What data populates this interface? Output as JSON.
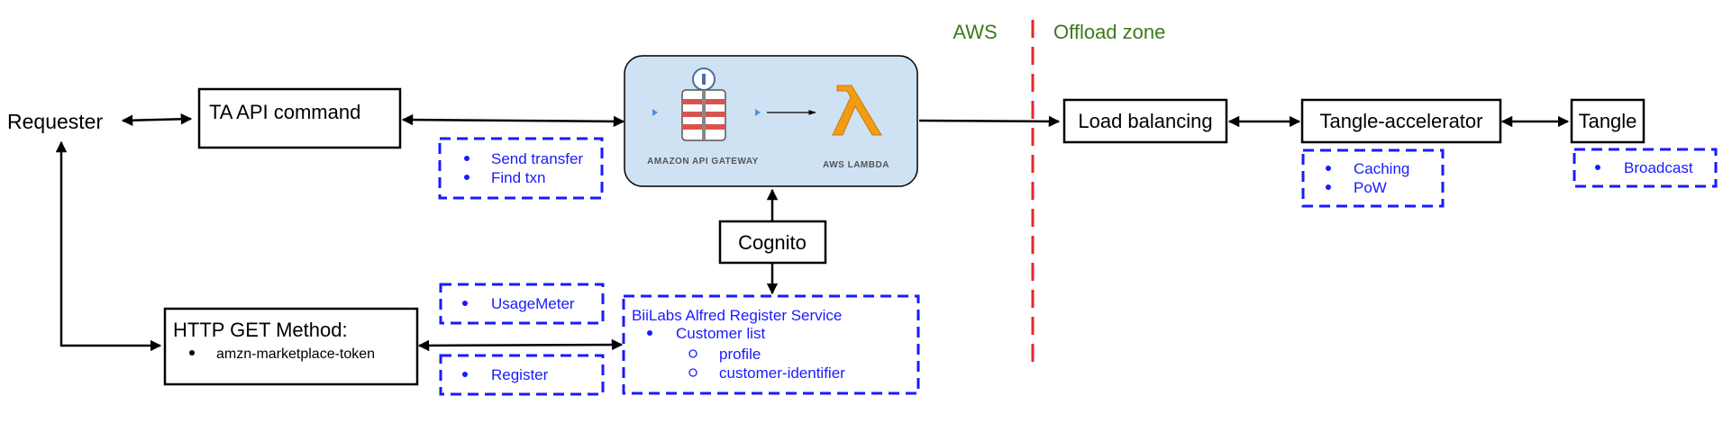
{
  "colors": {
    "box_border": "#000000",
    "note_border": "#1a1aff",
    "note_text": "#1a1aff",
    "zone_text": "#3d7a1c",
    "zone_divider": "#e8262b",
    "aws_panel_fill": "#cfe2f3",
    "aws_orange": "#f39c12",
    "gateway_red": "#d9534f"
  },
  "zones": {
    "left": "AWS",
    "right": "Offload zone"
  },
  "nodes": {
    "requester": "Requester",
    "ta_api": "TA API command",
    "http_get": {
      "title": "HTTP GET Method:",
      "items": [
        "amzn-marketplace-token"
      ]
    },
    "cognito": "Cognito",
    "load_balancing": "Load balancing",
    "tangle_accelerator": "Tangle-accelerator",
    "tangle": "Tangle"
  },
  "aws_panel": {
    "gateway_label": "AMAZON API GATEWAY",
    "lambda_label": "AWS LAMBDA",
    "gateway_icon": "api-gateway-icon",
    "lambda_icon": "lambda-icon"
  },
  "notes": {
    "ta_commands": [
      "Send transfer",
      "Find txn"
    ],
    "usage": [
      "UsageMeter"
    ],
    "register": [
      "Register"
    ],
    "alfred": {
      "title": "BiiLabs Alfred Register Service",
      "item": "Customer list",
      "subitems": [
        "profile",
        "customer-identifier"
      ]
    },
    "ta_features": [
      "Caching",
      "PoW"
    ],
    "tangle_features": [
      "Broadcast"
    ]
  }
}
